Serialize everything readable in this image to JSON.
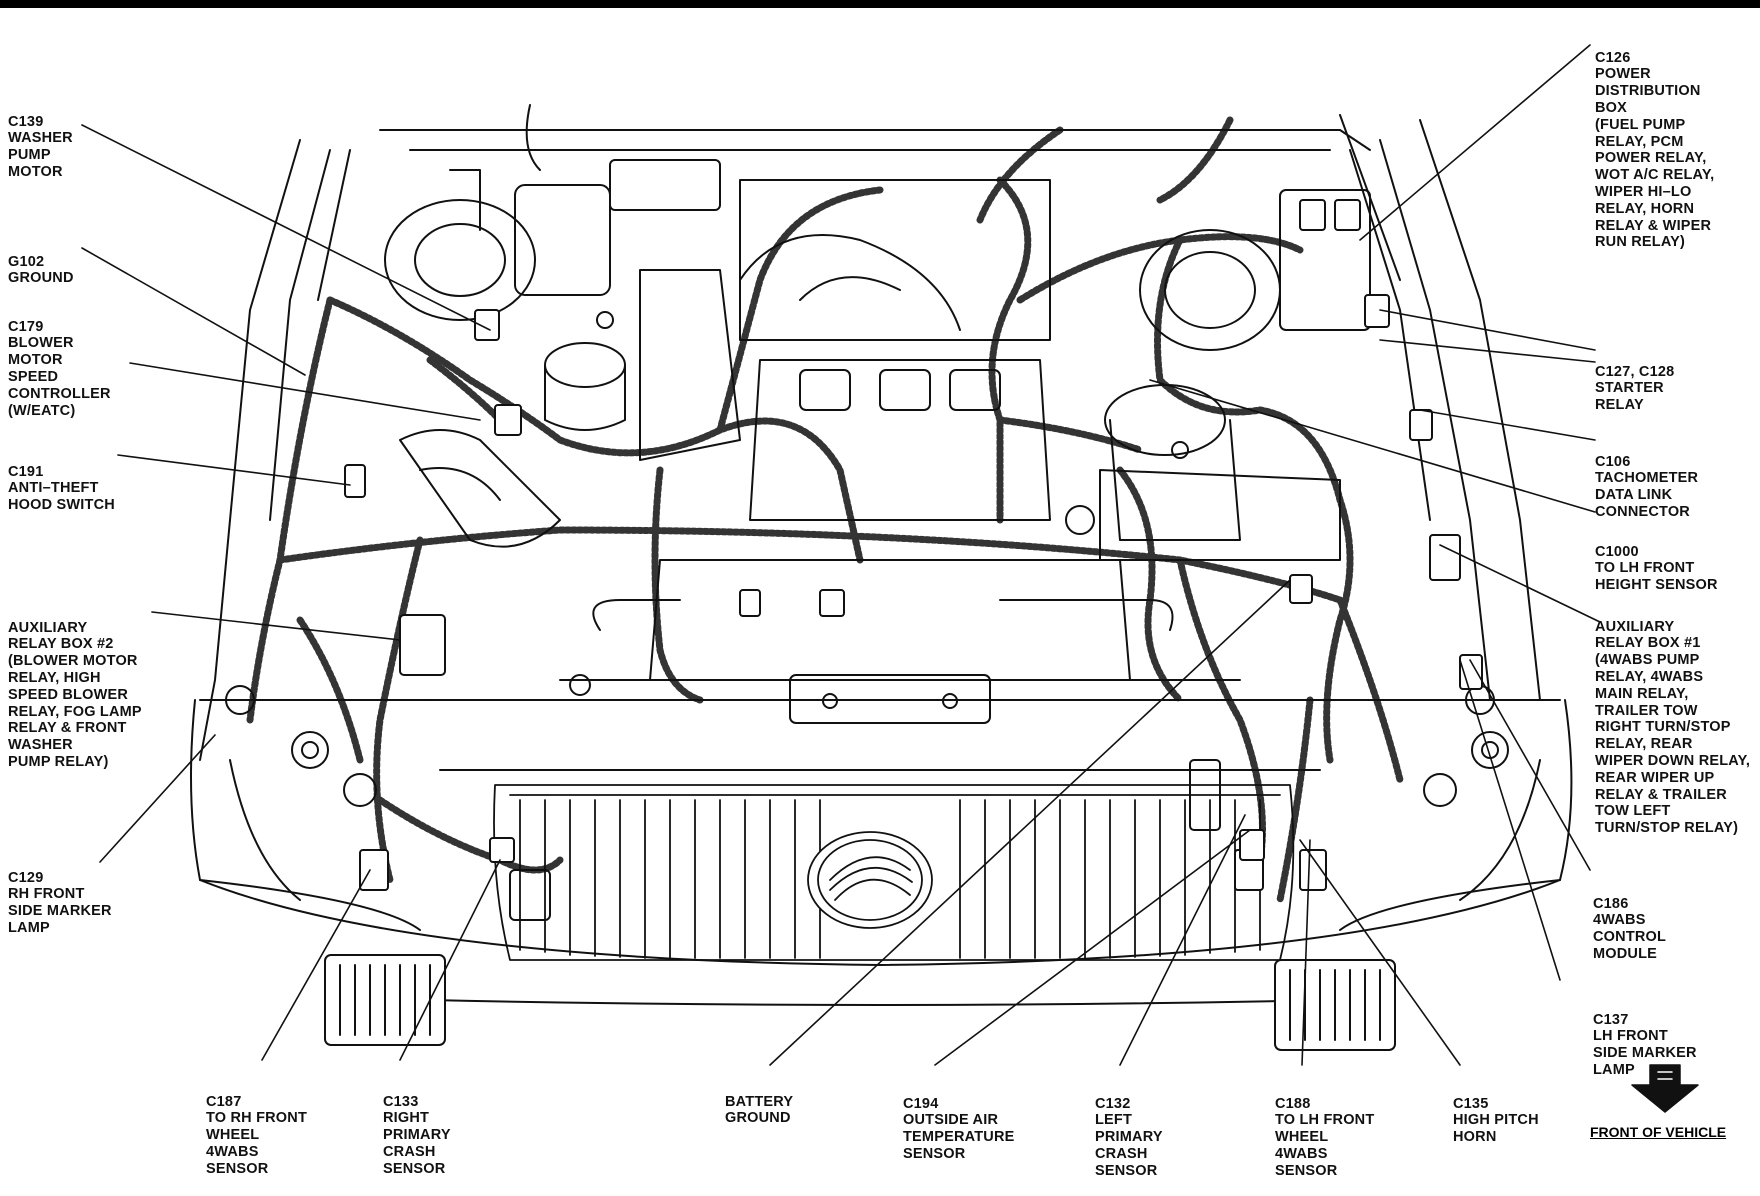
{
  "callouts": {
    "c139": [
      "C139",
      "WASHER",
      "PUMP",
      "MOTOR"
    ],
    "g102": [
      "G102",
      "GROUND"
    ],
    "c179": [
      "C179",
      "BLOWER",
      "MOTOR",
      "SPEED",
      "CONTROLLER",
      "(W/EATC)"
    ],
    "c191": [
      "C191",
      "ANTI–THEFT",
      "HOOD SWITCH"
    ],
    "aux2": [
      "AUXILIARY",
      "RELAY BOX #2",
      "(BLOWER MOTOR",
      "RELAY, HIGH",
      "SPEED BLOWER",
      "RELAY, FOG LAMP",
      "RELAY & FRONT",
      "WASHER",
      "PUMP RELAY)"
    ],
    "c129": [
      "C129",
      "RH FRONT",
      "SIDE MARKER",
      "LAMP"
    ],
    "c187": [
      "C187",
      "TO RH FRONT",
      "WHEEL",
      "4WABS",
      "SENSOR"
    ],
    "c133": [
      "C133",
      "RIGHT",
      "PRIMARY",
      "CRASH",
      "SENSOR"
    ],
    "battery": [
      "BATTERY",
      "GROUND"
    ],
    "c194": [
      "C194",
      "OUTSIDE AIR",
      "TEMPERATURE",
      "SENSOR"
    ],
    "c132": [
      "C132",
      "LEFT",
      "PRIMARY",
      "CRASH",
      "SENSOR"
    ],
    "c188": [
      "C188",
      "TO LH FRONT",
      "WHEEL",
      "4WABS",
      "SENSOR"
    ],
    "c135": [
      "C135",
      "HIGH PITCH",
      "HORN"
    ],
    "c126": [
      "C126",
      "POWER",
      "DISTRIBUTION",
      "BOX",
      "(FUEL PUMP",
      "RELAY, PCM",
      "POWER RELAY,",
      "WOT A/C RELAY,",
      "WIPER HI–LO",
      "RELAY, HORN",
      "RELAY & WIPER",
      "RUN RELAY)"
    ],
    "c127": [
      "C127, C128",
      "STARTER",
      "RELAY"
    ],
    "c106": [
      "C106",
      "TACHOMETER",
      "DATA LINK",
      "CONNECTOR"
    ],
    "c1000": [
      "C1000",
      "TO LH FRONT",
      "HEIGHT SENSOR"
    ],
    "aux1": [
      "AUXILIARY",
      "RELAY BOX #1",
      "(4WABS PUMP",
      "RELAY, 4WABS",
      "MAIN RELAY,",
      "TRAILER TOW",
      "RIGHT TURN/STOP",
      "RELAY, REAR",
      "WIPER DOWN RELAY,",
      "REAR WIPER UP",
      "RELAY & TRAILER",
      "TOW LEFT",
      "TURN/STOP RELAY)"
    ],
    "c186": [
      "C186",
      "4WABS",
      "CONTROL",
      "MODULE"
    ],
    "c137": [
      "C137",
      "LH FRONT",
      "SIDE MARKER",
      "LAMP"
    ]
  },
  "front_of_vehicle": "FRONT OF VEHICLE"
}
